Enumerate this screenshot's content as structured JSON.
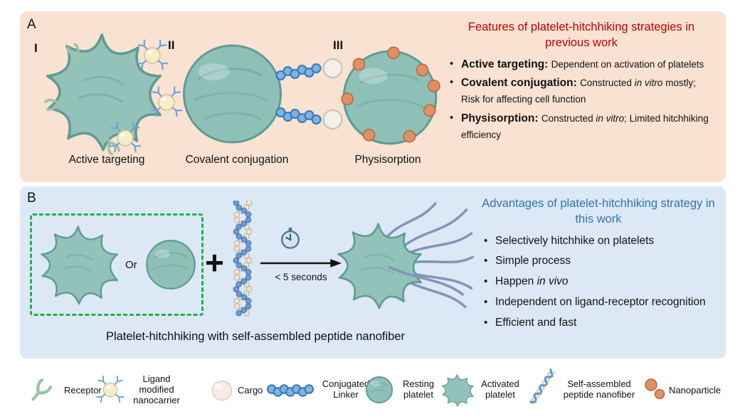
{
  "colors": {
    "panel_a_bg": "#f9e2d2",
    "panel_b_bg": "#dce8f5",
    "features_title_red": "#c00000",
    "advantages_title_blue": "#2e74b5",
    "platelet_teal": "#8fc0b8",
    "nanoparticle_orange": "#dd9165",
    "dashed_box_green": "#21b14e",
    "linker_blue": "#5b9bd5"
  },
  "icons": {
    "receptor": "green-y-shape",
    "ligand_nanocarrier": "yellow-sphere-with-antibodies",
    "cargo": "pale-sphere",
    "conjugated_linker": "blue-coil",
    "resting_platelet": "teal-sphere",
    "activated_platelet": "teal-spiky-cell",
    "nanofiber": "beaded-double-helix",
    "nanoparticle": "orange-spheres",
    "clock": "stopwatch",
    "arrow": "right-arrow"
  },
  "panel_a": {
    "label": "A",
    "items": [
      {
        "numeral": "I",
        "caption": "Active targeting"
      },
      {
        "numeral": "II",
        "caption": "Covalent conjugation"
      },
      {
        "numeral": "III",
        "caption": "Physisorption"
      }
    ],
    "features": {
      "title_line1": "Features of platelet-hitchhiking strategies in",
      "title_line2": "previous work",
      "bullets": [
        {
          "lead": "Active targeting: ",
          "seg1": "Dependent on activation of platelets",
          "it1": "",
          "seg2": ""
        },
        {
          "lead": "Covalent conjugation: ",
          "seg1": "Constructed ",
          "it1": "in vitro",
          "seg2": " mostly; Risk for affecting cell function"
        },
        {
          "lead": "Physisorption: ",
          "seg1": "Constructed ",
          "it1": "in vitro",
          "seg2": ";  Limited hitchhiking efficiency"
        }
      ]
    }
  },
  "panel_b": {
    "label": "B",
    "or_label": "Or",
    "plus_sign": "+",
    "time_label": "< 5 seconds",
    "caption": "Platelet-hitchhiking with self-assembled peptide nanofiber",
    "advantages": {
      "title_line1": "Advantages of platelet-hitchhiking strategy in",
      "title_line2": "this work",
      "bullets": [
        {
          "seg1": "Selectively hitchhike on platelets",
          "it1": "",
          "seg2": ""
        },
        {
          "seg1": "Simple process",
          "it1": "",
          "seg2": ""
        },
        {
          "seg1": "Happen ",
          "it1": "in vivo",
          "seg2": ""
        },
        {
          "seg1": "Independent on ligand-receptor recognition",
          "it1": "",
          "seg2": ""
        },
        {
          "seg1": "Efficient and fast",
          "it1": "",
          "seg2": ""
        }
      ]
    }
  },
  "legend": {
    "items": [
      {
        "label": "Receptor"
      },
      {
        "label": "Ligand modified nanocarrier"
      },
      {
        "label": "Cargo"
      },
      {
        "label": "Conjugated Linker"
      },
      {
        "label": "Resting platelet"
      },
      {
        "label": "Activated platelet"
      },
      {
        "label": "Self-assembled peptide nanofiber"
      },
      {
        "label": "Nanoparticle"
      }
    ]
  }
}
